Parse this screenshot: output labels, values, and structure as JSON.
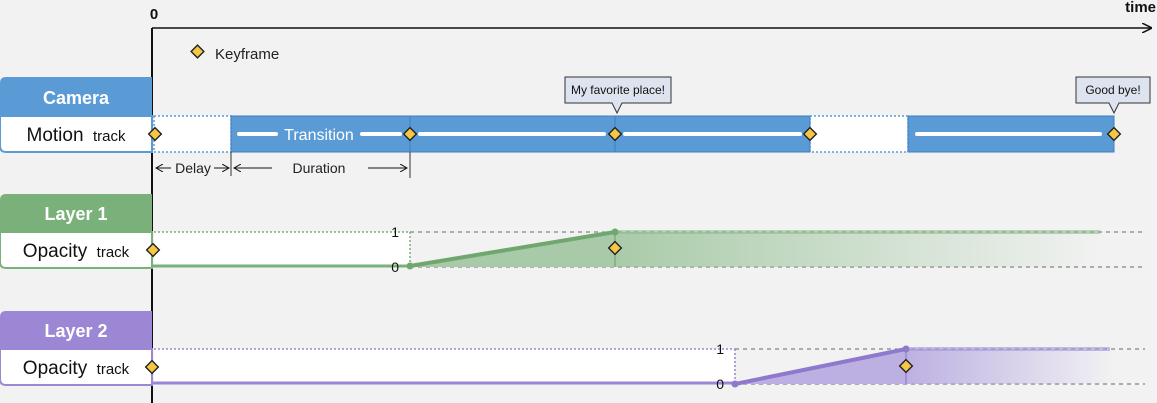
{
  "axis": {
    "origin_label": "0",
    "time_label": "time"
  },
  "legend": {
    "keyframe_label": "Keyframe"
  },
  "colors": {
    "camera": "#5b9bd5",
    "camera_dark": "#3e7ec2",
    "layer1": "#7ab07a",
    "layer1_dark": "#5a955a",
    "layer2": "#9b87d4",
    "layer2_dark": "#7d68c2",
    "keyframe_fill": "#f6c745",
    "keyframe_stroke": "#222222",
    "callout_bg": "#dde4f0",
    "background": "#f2f2f2"
  },
  "tracks": {
    "camera": {
      "header": "Camera",
      "name": "Motion",
      "type": "track",
      "transition_label": "Transition",
      "delay_label": "Delay",
      "duration_label": "Duration",
      "callout_1": "My favorite place!",
      "callout_2": "Good bye!"
    },
    "layer1": {
      "header": "Layer 1",
      "name": "Opacity",
      "type": "track",
      "value_high": "1",
      "value_low": "0"
    },
    "layer2": {
      "header": "Layer 2",
      "name": "Opacity",
      "type": "track",
      "value_high": "1",
      "value_low": "0"
    }
  }
}
